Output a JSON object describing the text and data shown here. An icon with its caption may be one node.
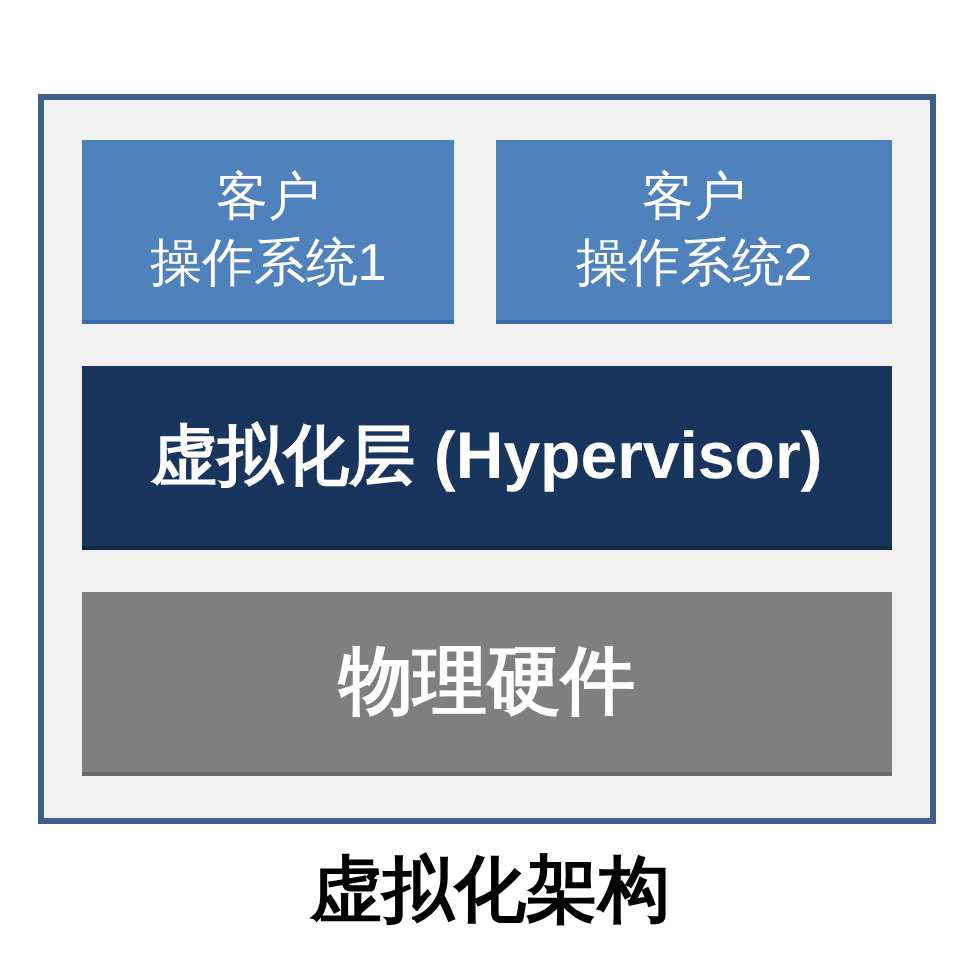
{
  "diagram": {
    "title": "虚拟化架构",
    "nodes": [
      {
        "text": [],
        "shape": "box"
      },
      {
        "text": [
          "客户操作系统1"
        ],
        "in": 0
      },
      {
        "text": [
          "客户操作系统2"
        ],
        "in": 0
      },
      {
        "text": [
          "虚拟化层 (Hypervisor)"
        ],
        "in": 0
      },
      {
        "text": [
          "物理硬件"
        ],
        "in": 0
      }
    ]
  }
}
